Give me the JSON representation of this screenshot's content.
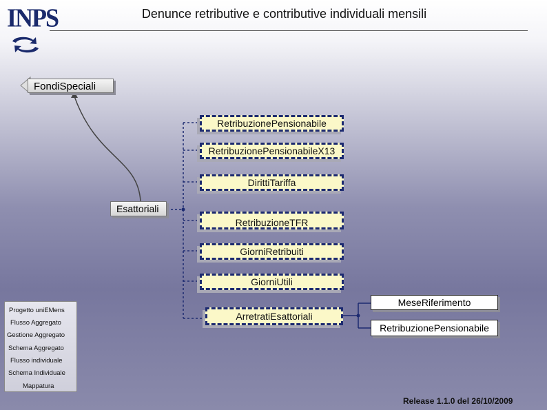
{
  "header": {
    "title": "Denunce retributive e contributive individuali mensili",
    "logo_text": "INPS"
  },
  "diagram": {
    "root": "FondiSpeciali",
    "parent": "Esattoriali",
    "children": [
      "RetribuzionePensionabile",
      "RetribuzionePensionabileX13",
      "DirittiTariffa",
      "RetribuzioneTFR",
      "GiorniRetribuiti",
      "GiorniUtili",
      "ArretratiEsattoriali"
    ],
    "sub_children": [
      "MeseRiferimento",
      "RetribuzionePensionabile"
    ]
  },
  "nav": {
    "items": [
      "Progetto uniEMens",
      "Flusso Aggregato",
      "Gestione Aggregato",
      "Schema Aggregato",
      "Flusso individuale",
      "Schema Individuale",
      "Mappatura"
    ]
  },
  "footer": {
    "release": "Release 1.1.0 del 26/10/2009"
  },
  "colors": {
    "node_fill": "#fbf8c8",
    "node_border": "#1c2a70",
    "connector": "#1c2a70"
  }
}
